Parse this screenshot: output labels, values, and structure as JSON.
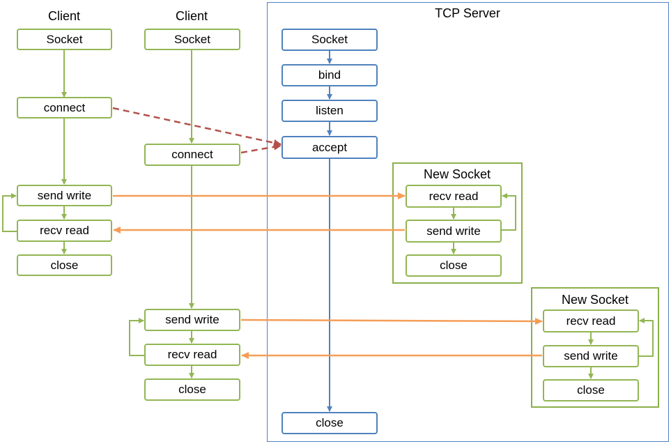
{
  "colors": {
    "client_green": "#92b653",
    "server_blue": "#4f81bd",
    "data_orange": "#f59d56",
    "connect_red": "#b4504a"
  },
  "client1": {
    "title": "Client",
    "socket": "Socket",
    "connect": "connect",
    "send_write": "send write",
    "recv_read": "recv read",
    "close": "close"
  },
  "client2": {
    "title": "Client",
    "socket": "Socket",
    "connect": "connect",
    "send_write": "send write",
    "recv_read": "recv read",
    "close": "close"
  },
  "server": {
    "title": "TCP Server",
    "socket": "Socket",
    "bind": "bind",
    "listen": "listen",
    "accept": "accept",
    "close": "close"
  },
  "new_socket1": {
    "title": "New Socket",
    "recv_read": "recv read",
    "send_write": "send write",
    "close": "close"
  },
  "new_socket2": {
    "title": "New Socket",
    "recv_read": "recv read",
    "send_write": "send write",
    "close": "close"
  }
}
